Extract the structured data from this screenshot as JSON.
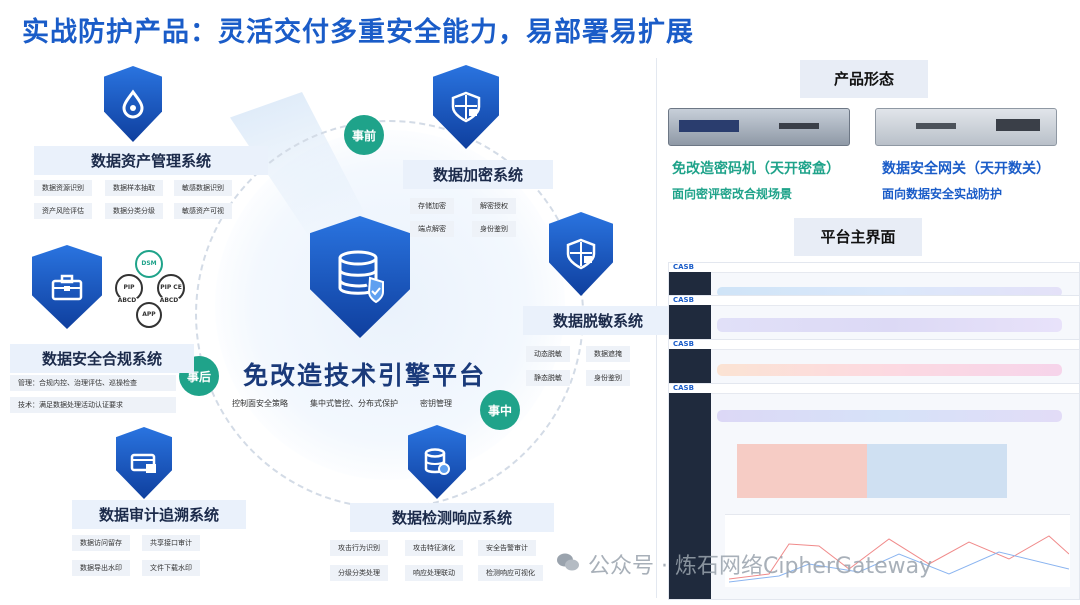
{
  "title": "实战防护产品：灵活交付多重安全能力，易部署易扩展",
  "platform": {
    "name": "免改造技术引擎平台",
    "tags": [
      "控制面安全策略",
      "集中式管控、分布式保护",
      "密钥管理"
    ]
  },
  "phases": {
    "before": "事前",
    "during": "事中",
    "after": "事后"
  },
  "systems": {
    "asset": {
      "title": "数据资产管理系统",
      "tags": [
        "数据资源识别",
        "数据样本抽取",
        "敏感数据识别",
        "资产风险评估",
        "数据分类分级",
        "敏感资产可视"
      ]
    },
    "encrypt": {
      "title": "数据加密系统",
      "tags": [
        "存储加密",
        "解密授权",
        "端点解密",
        "身份鉴别"
      ]
    },
    "mask": {
      "title": "数据脱敏系统",
      "tags": [
        "动态脱敏",
        "数据遮掩",
        "静态脱敏",
        "身份鉴别"
      ]
    },
    "detect": {
      "title": "数据检测响应系统",
      "tags": [
        "攻击行为识别",
        "攻击特征演化",
        "安全告警审计",
        "分级分类处理",
        "响应处理联动",
        "检测响应可视化"
      ]
    },
    "audit": {
      "title": "数据审计追溯系统",
      "tags": [
        "数据访问留存",
        "共享接口审计",
        "数据导出水印",
        "文件下载水印"
      ]
    },
    "compliance": {
      "title": "数据安全合规系统",
      "tags": [
        "管理：合规内控、治理评估、巡操检查",
        "技术：满足数据处理活动认证要求"
      ]
    }
  },
  "certs": [
    "DSM",
    "PIP",
    "PIP CE",
    "ABCD",
    "ABCD",
    "APP"
  ],
  "right": {
    "product_form": "产品形态",
    "devices": [
      {
        "name": "免改造密码机（天开密盒）",
        "desc": "面向密评密改合规场景",
        "color": "#1fa38a"
      },
      {
        "name": "数据安全网关（天开数关）",
        "desc": "面向数据安全实战防护",
        "color": "#1a5cc8"
      }
    ],
    "main_ui": "平台主界面",
    "screen_logo": "CASB"
  },
  "watermark": "公众号 · 炼石网络CipherGateway",
  "icons": [
    "drop-icon",
    "shield-lock-icon",
    "database-shield-icon",
    "briefcase-icon",
    "card-lock-icon",
    "database-check-icon"
  ]
}
